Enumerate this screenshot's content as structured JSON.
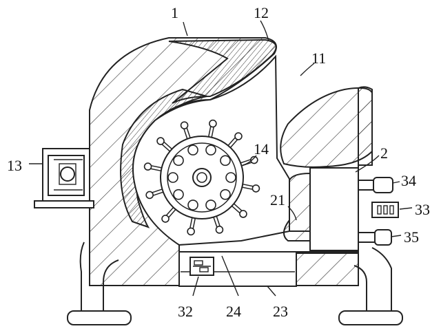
{
  "labels": {
    "l1": "1",
    "l12": "12",
    "l11": "11",
    "l14": "14",
    "l2": "2",
    "l13": "13",
    "l34": "34",
    "l33": "33",
    "l21": "21",
    "l35": "35",
    "l32": "32",
    "l24": "24",
    "l23": "23"
  }
}
